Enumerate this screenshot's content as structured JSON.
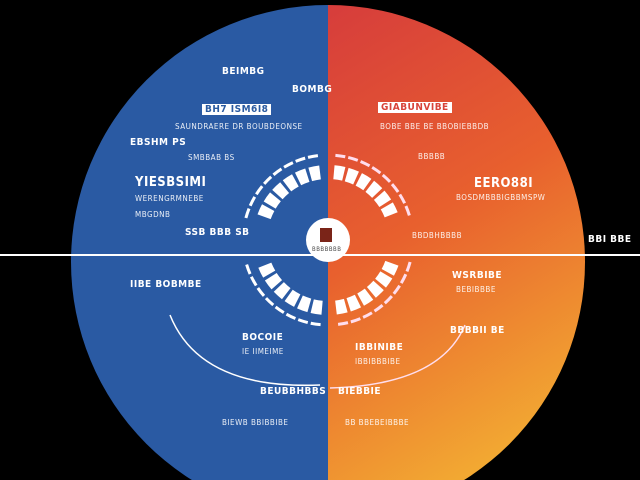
{
  "colors": {
    "left": "#2a5aa3",
    "right_top": "#d63c3c",
    "right_bottom": "#f0a030",
    "background": "#000000",
    "line": "#ffffff"
  },
  "left": {
    "labels": [
      "BEIMBG",
      "BH7 ISM6I8",
      "SAUNDRAERE DR BOUBDEONSE",
      "EBSHM PS",
      "SMBBAB BS",
      "YIESBSIMI",
      "WERENGRMNEBE",
      "MBGDNB",
      "SSB BBB SB",
      "IIBE BOBMBE",
      "BOCOIE",
      "IE IIMEIME",
      "BEUBBHBBS",
      "BIEWB BBIBBIBE"
    ]
  },
  "right": {
    "labels": [
      "BOMBG",
      "GIABUNVIBE",
      "BOBE BBE BE BBOBIEBBDB",
      "BBBBB",
      "EERO88I",
      "BOSDMBBBIGBBMSPW",
      "BBDBHBBBB",
      "WSRBIBE",
      "BEBIBBBE",
      "BBBBII BE",
      "IBBINIBE",
      "IBBIBBBIBE",
      "BIEBBIE",
      "BB BBEBEIBBBE",
      "BBI BBE"
    ]
  },
  "center": {
    "label": "BBBBBBB"
  },
  "icons": [
    "center-square-icon"
  ]
}
